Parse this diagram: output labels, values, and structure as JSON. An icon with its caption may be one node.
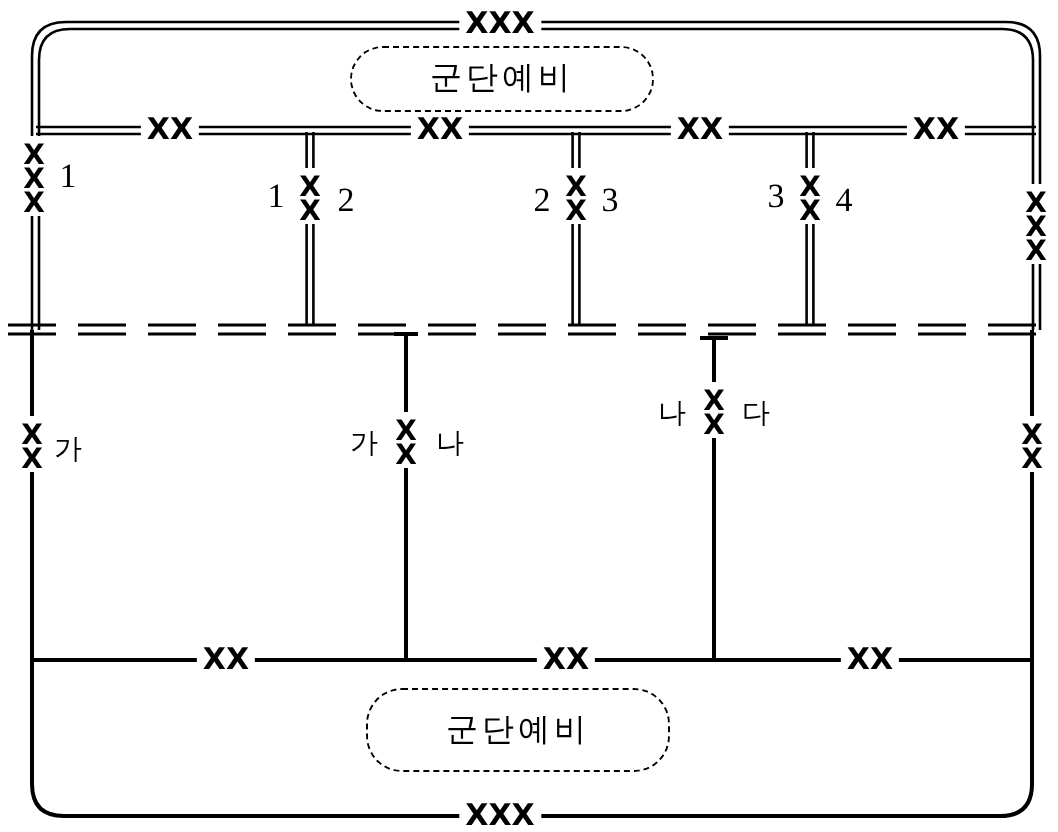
{
  "diagram": {
    "nodes": [
      {
        "text": [
          "군단예비"
        ]
      },
      {
        "text": [
          "군단예비"
        ]
      }
    ],
    "labels": [
      "XXX",
      "XX",
      "XX",
      "XX",
      "XX",
      "XXX",
      "1",
      "1",
      "XX",
      "2",
      "2",
      "XX",
      "3",
      "3",
      "XX",
      "4",
      "XXX",
      "XX",
      "가",
      "가",
      "XX",
      "나",
      "나",
      "XX",
      "다",
      "XX",
      "XX",
      "XX",
      "XX",
      "XXX"
    ]
  }
}
